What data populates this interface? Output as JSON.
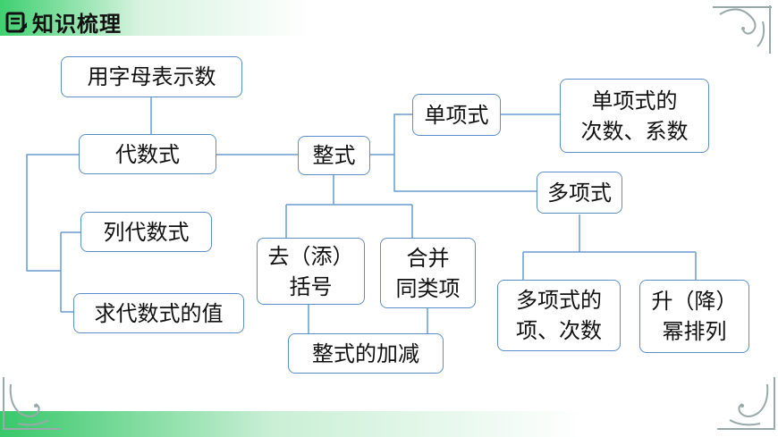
{
  "header": {
    "title": "知识梳理",
    "icon": "book-icon"
  },
  "colors": {
    "node_border": "#5b8fc9",
    "line": "#6a9bd0",
    "header_green": "#3fd070"
  },
  "nodes": {
    "represent_with_letters": "用字母表示数",
    "algebraic_expression": "代数式",
    "write_algebraic": "列代数式",
    "evaluate_algebraic": "求代数式的值",
    "polynomial_integral": "整式",
    "monomial": "单项式",
    "monomial_degree_coefficient": "单项式的\n次数、系数",
    "polynomial": "多项式",
    "remove_add_brackets": "去（添）\n括号",
    "combine_like_terms": "合并\n同类项",
    "add_subtract": "整式的加减",
    "polynomial_terms_degree": "多项式的\n项、次数",
    "ascending_descending": "升（降）\n幂排列"
  }
}
